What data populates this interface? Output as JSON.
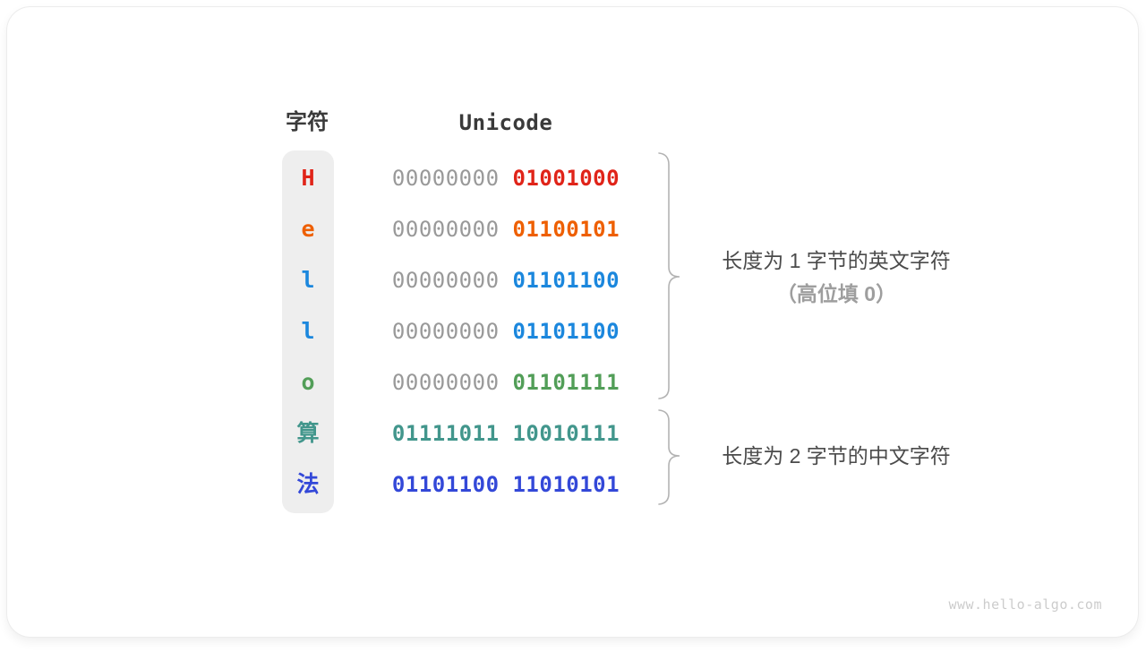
{
  "page": {
    "watermark": "www.hello-algo.com"
  },
  "palette": {
    "muted_binary": "#999999",
    "header_text": "#3a3a3a",
    "annotation_text": "#4b4b4b",
    "annotation_muted_text": "#9e9e9e",
    "brace_stroke": "#b3b3b3",
    "char_pill_bg": "#eeeeee"
  },
  "table": {
    "char_header": "字符",
    "unicode_header": "Unicode",
    "rows": [
      {
        "char": "H",
        "color": "#e02419",
        "bytes": [
          {
            "text": "00000000",
            "muted": true
          },
          {
            "text": "01001000",
            "muted": false
          }
        ]
      },
      {
        "char": "e",
        "color": "#ee5f00",
        "bytes": [
          {
            "text": "00000000",
            "muted": true
          },
          {
            "text": "01100101",
            "muted": false
          }
        ]
      },
      {
        "char": "l",
        "color": "#1b87dd",
        "bytes": [
          {
            "text": "00000000",
            "muted": true
          },
          {
            "text": "01101100",
            "muted": false
          }
        ]
      },
      {
        "char": "l",
        "color": "#1b87dd",
        "bytes": [
          {
            "text": "00000000",
            "muted": true
          },
          {
            "text": "01101100",
            "muted": false
          }
        ]
      },
      {
        "char": "o",
        "color": "#529e58",
        "bytes": [
          {
            "text": "00000000",
            "muted": true
          },
          {
            "text": "01101111",
            "muted": false
          }
        ]
      },
      {
        "char": "算",
        "color": "#42968c",
        "bytes": [
          {
            "text": "01111011",
            "muted": false
          },
          {
            "text": "10010111",
            "muted": false
          }
        ]
      },
      {
        "char": "法",
        "color": "#3348d8",
        "bytes": [
          {
            "text": "01101100",
            "muted": false
          },
          {
            "text": "11010101",
            "muted": false
          }
        ]
      }
    ]
  },
  "annotations": {
    "group1_line1": "长度为 1 字节的英文字符",
    "group1_line2": "（高位填 0）",
    "group2_line1": "长度为 2 字节的中文字符"
  }
}
